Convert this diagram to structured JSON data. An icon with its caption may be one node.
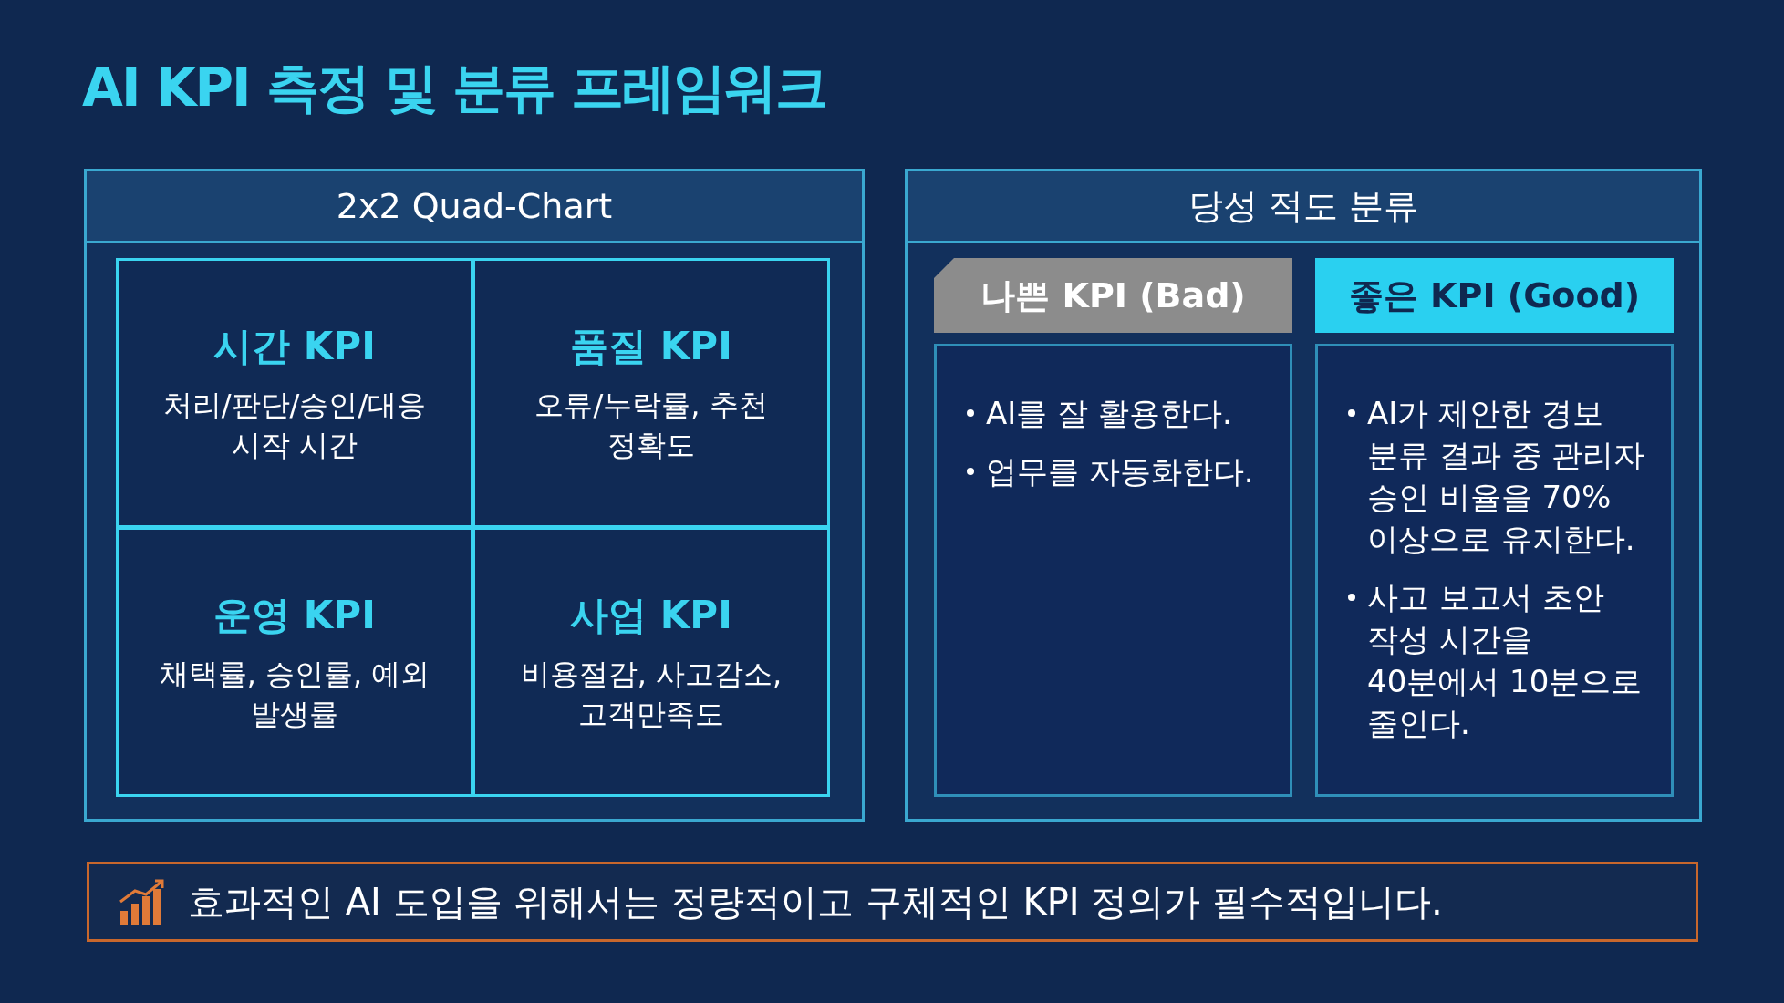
{
  "diagram": {
    "title": "AI KPI 측정 및 분류 프레임워크",
    "nodes": [
      {
        "text": [
          "2x2 Quad-Chart"
        ]
      },
      {
        "text": [
          "시간 KPI",
          "처리/판단/승인/대응 시작 시간"
        ],
        "in": 0
      },
      {
        "text": [
          "품질 KPI",
          "오류/누락률, 추천 정확도"
        ],
        "in": 0
      },
      {
        "text": [
          "운영 KPI",
          "채택률, 승인률, 예외 발생률"
        ],
        "in": 0
      },
      {
        "text": [
          "사업 KPI",
          "비용절감, 사고감소, 고객만족도"
        ],
        "in": 0
      },
      {
        "text": [
          "당성 적도 분류"
        ]
      },
      {
        "text": [
          "나쁜 KPI (Bad)"
        ],
        "in": 5
      },
      {
        "text": [
          "AI를 잘 활용한다.",
          "업무를 자동화한다."
        ],
        "in": 5
      },
      {
        "text": [
          "좋은 KPI (Good)"
        ],
        "in": 5
      },
      {
        "text": [
          "AI가 제안한 경보 분류 결과 중 관리자 승인 비율을 70%이상으로 유지한다.",
          "사고 보고서 초안 작성 시간을 40분에서 10분으로 줄인다."
        ],
        "in": 5
      },
      {
        "text": [
          "효과적인 AI 도입을 위해서는 정량적이고 구체적인 KPI 정의가 필수적입니다."
        ]
      }
    ]
  }
}
